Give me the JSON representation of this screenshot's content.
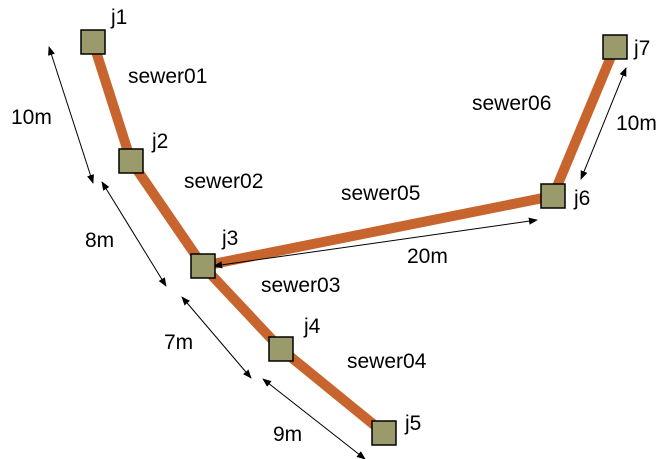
{
  "junctions": {
    "j1": "j1",
    "j2": "j2",
    "j3": "j3",
    "j4": "j4",
    "j5": "j5",
    "j6": "j6",
    "j7": "j7"
  },
  "sewers": {
    "sewer01": "sewer01",
    "sewer02": "sewer02",
    "sewer03": "sewer03",
    "sewer04": "sewer04",
    "sewer05": "sewer05",
    "sewer06": "sewer06"
  },
  "lengths": {
    "sewer01": "10m",
    "sewer02": "8m",
    "sewer03": "7m",
    "sewer04": "9m",
    "sewer05": "20m",
    "sewer06": "10m"
  },
  "colors": {
    "pipe": "#c8642d",
    "junction_fill": "#9a9a6a",
    "junction_border": "#000000",
    "dimension_line": "#000000"
  }
}
